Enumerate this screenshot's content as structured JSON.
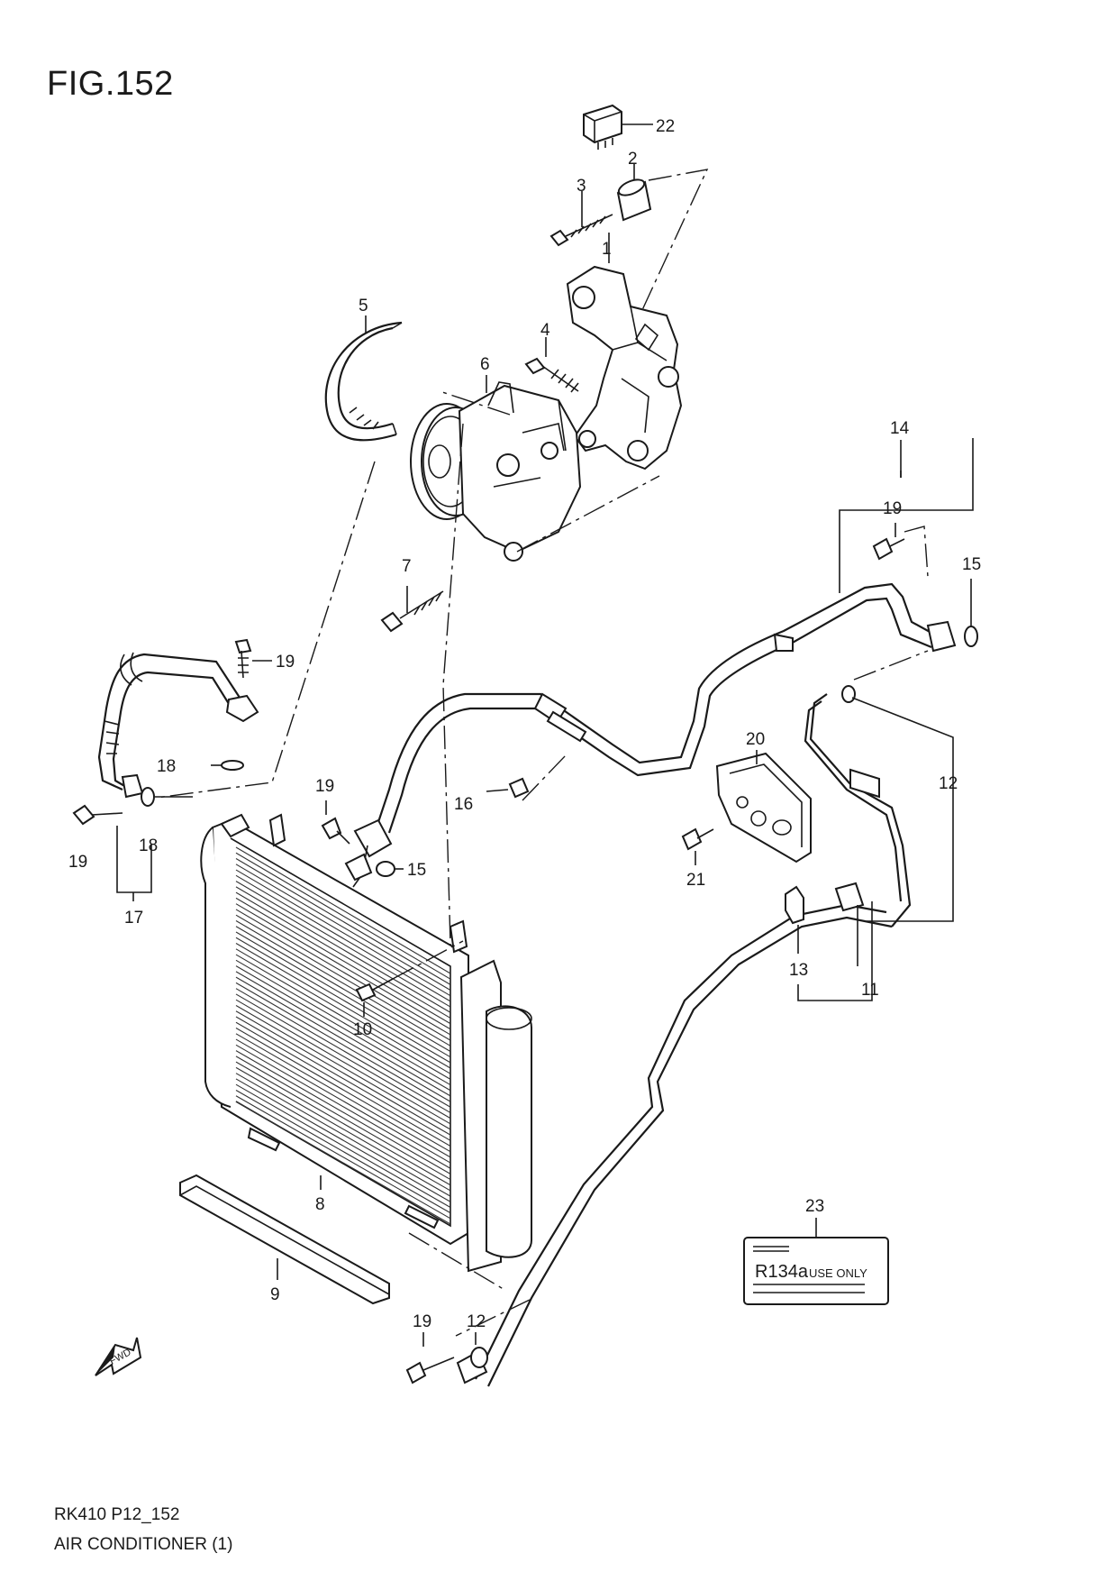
{
  "figure_title": "FIG.152",
  "footer": {
    "code": "RK410 P12_152",
    "description": "AIR CONDITIONER (1)"
  },
  "callouts": {
    "c1": "1",
    "c2": "2",
    "c3": "3",
    "c4": "4",
    "c5": "5",
    "c6": "6",
    "c7": "7",
    "c8": "8",
    "c9": "9",
    "c10": "10",
    "c11": "11",
    "c12a": "12",
    "c12b": "12",
    "c13": "13",
    "c14": "14",
    "c15a": "15",
    "c15b": "15",
    "c16": "16",
    "c17": "17",
    "c18a": "18",
    "c18b": "18",
    "c19a": "19",
    "c19b": "19",
    "c19c": "19",
    "c19d": "19",
    "c19e": "19",
    "c20": "20",
    "c21": "21",
    "c22": "22",
    "c23": "23"
  },
  "refrigerant_label": {
    "main": "R134a",
    "suffix": "USE ONLY"
  },
  "fwd_marker": "FWD"
}
